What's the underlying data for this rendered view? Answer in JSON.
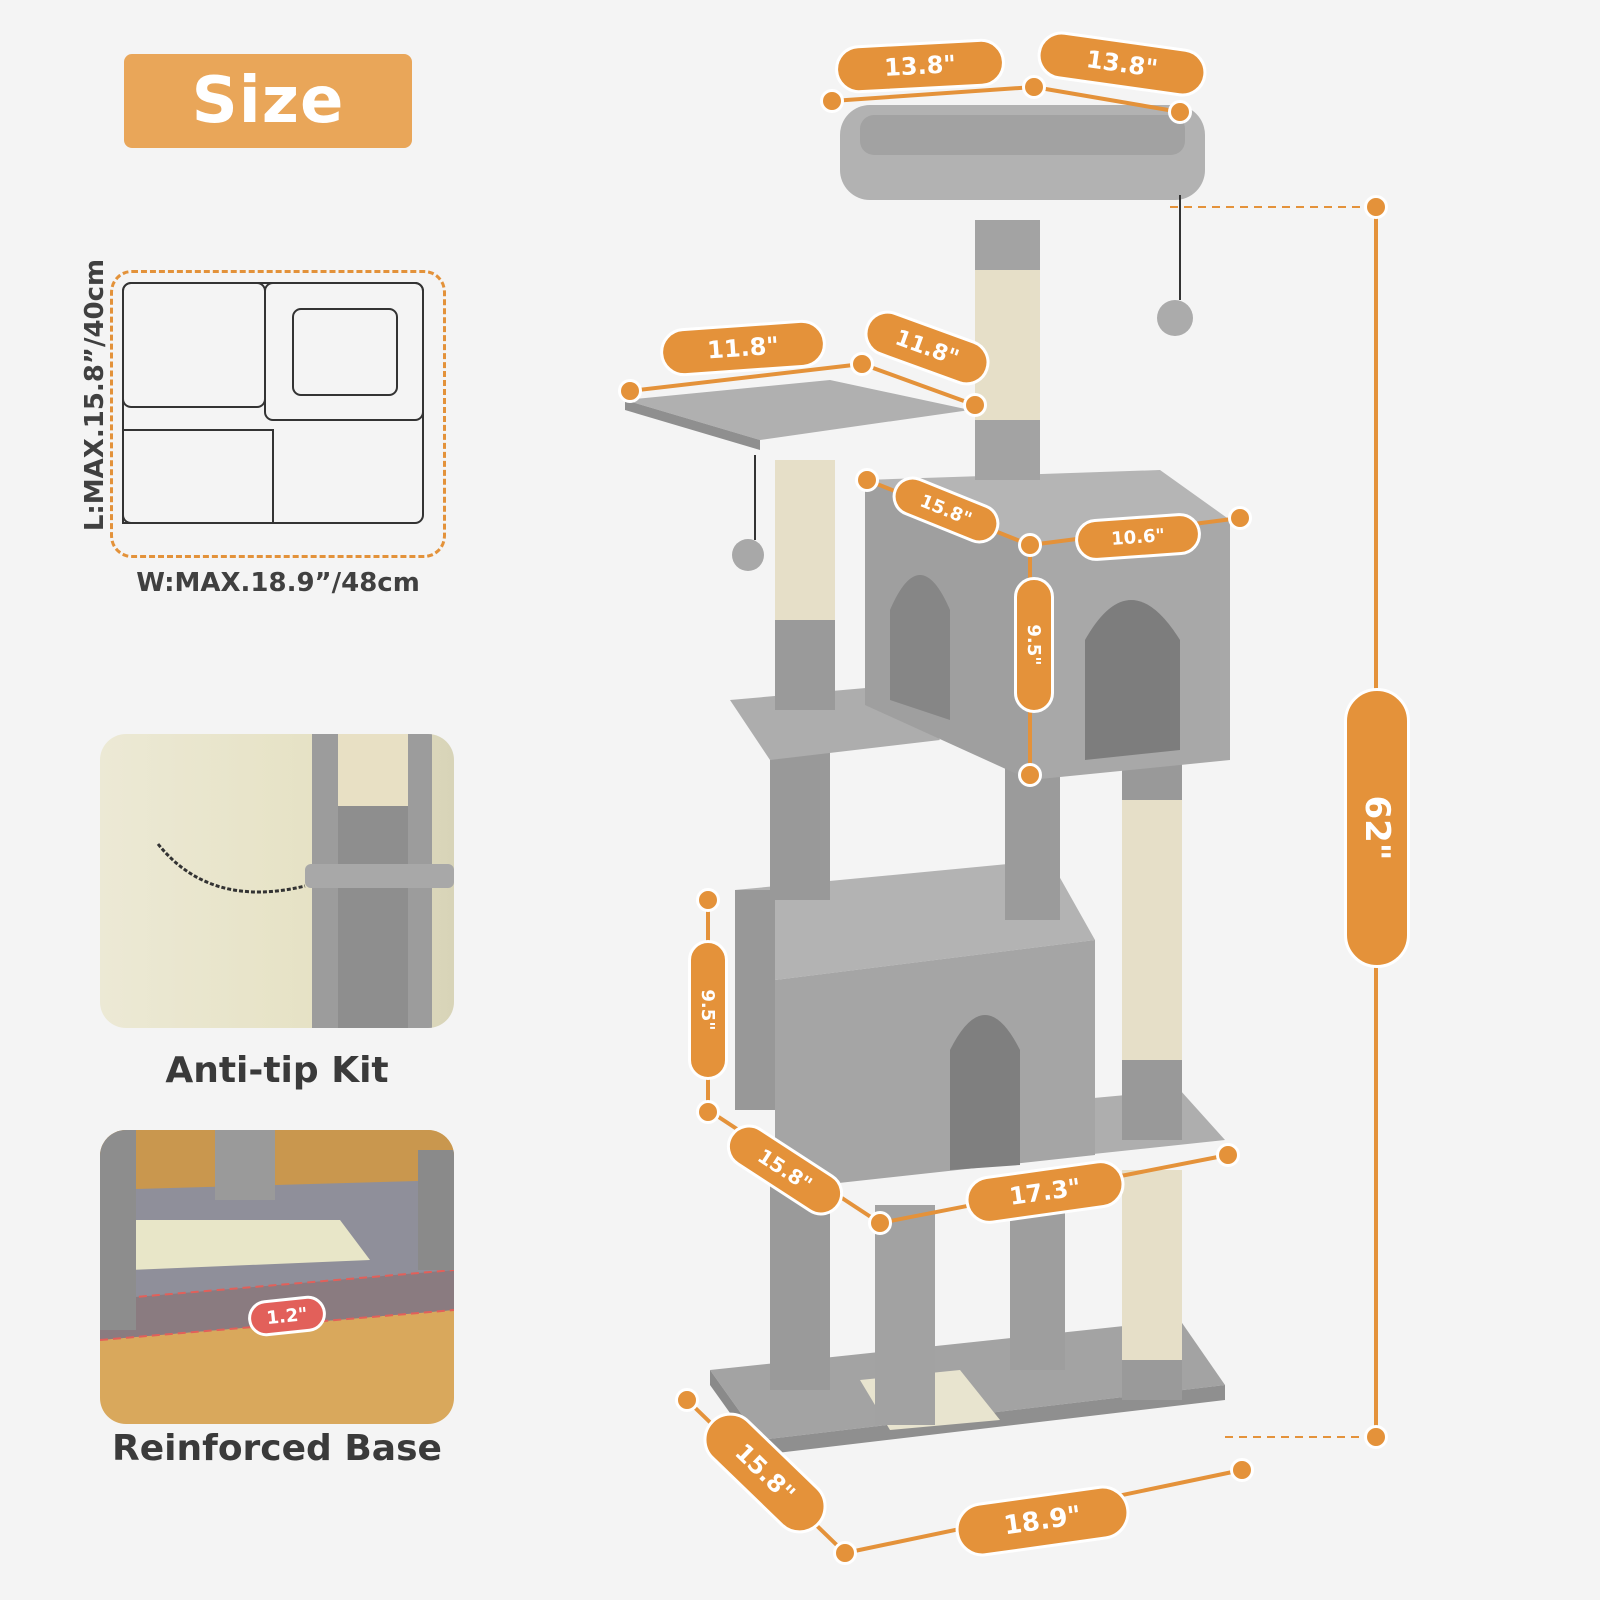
{
  "header": {
    "title": "Size"
  },
  "colors": {
    "accent": "#e4923a",
    "badge": "#e9a659",
    "background": "#f4f4f4",
    "fur": "#a9a9a9",
    "sisal": "#e6dfc8",
    "red_badge": "#e2605a"
  },
  "footprint": {
    "length_label": "L:MAX.15.8”/40cm",
    "width_label": "W:MAX.18.9”/48cm"
  },
  "features": [
    {
      "label": "Anti-tip Kit"
    },
    {
      "label": "Reinforced Base",
      "badge": "1.2\""
    }
  ],
  "dimensions": {
    "top_perch_w": "13.8\"",
    "top_perch_d": "13.8\"",
    "side_platform_w": "11.8\"",
    "side_platform_d": "11.8\"",
    "upper_condo_d": "15.8\"",
    "upper_condo_w": "10.6\"",
    "upper_condo_h": "9.5\"",
    "lower_condo_h": "9.5\"",
    "lower_condo_d": "15.8\"",
    "lower_condo_w": "17.3\"",
    "base_d": "15.8\"",
    "base_w": "18.9\"",
    "total_height": "62\""
  }
}
